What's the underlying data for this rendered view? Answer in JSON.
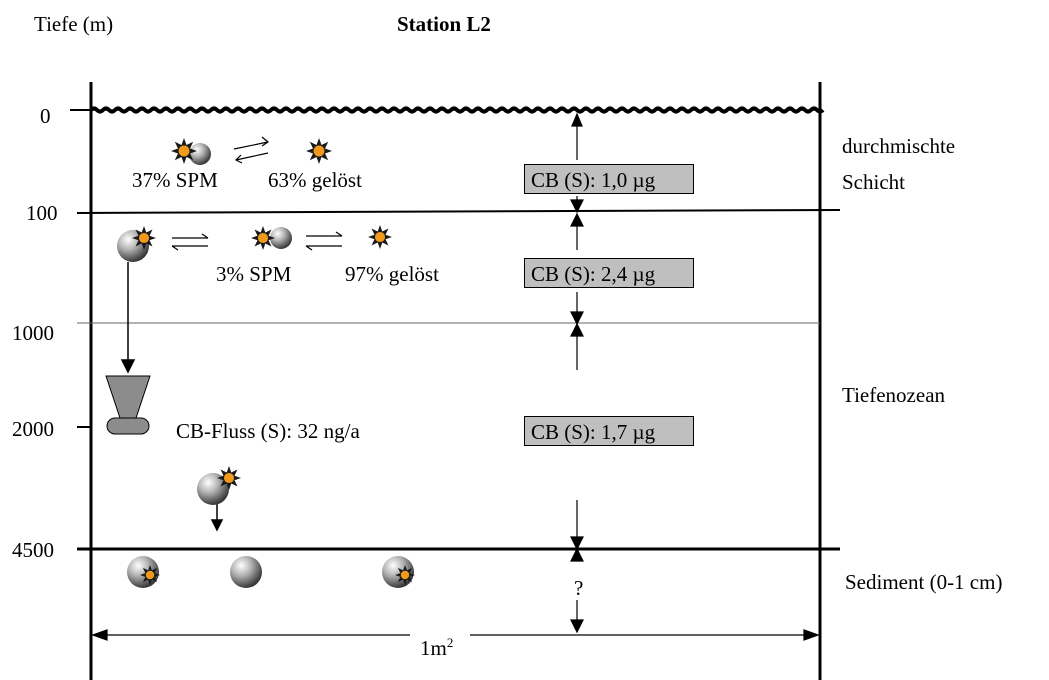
{
  "header": {
    "depth_label": "Tiefe (m)",
    "station_title": "Station L2"
  },
  "depth_ticks": [
    "0",
    "100",
    "1000",
    "2000",
    "4500"
  ],
  "zones": {
    "mixed_layer": [
      "durchmischte",
      "Schicht"
    ],
    "deep_ocean": "Tiefenozean",
    "sediment": "Sediment (0-1 cm)"
  },
  "partition": {
    "mixed_spm": "37% SPM",
    "mixed_dissolved": "63% gelöst",
    "deep_spm": "3% SPM",
    "deep_dissolved": "97% gelöst"
  },
  "inventories": {
    "mixed": "CB (S): 1,0 µg",
    "upper_deep": "CB (S): 2,4 µg",
    "deep": "CB (S): 1,7 µg",
    "sediment": "?"
  },
  "flux_label": "CB-Fluss (S): 32 ng/a",
  "area": {
    "base": "1m",
    "exponent": "2"
  },
  "colors": {
    "box_fill": "#bfbfbf",
    "trap_fill": "#8c8c8c",
    "star_outer": "#1a1a1a",
    "star_inner": "#f29a1c",
    "particle": "#9a9a9a"
  }
}
